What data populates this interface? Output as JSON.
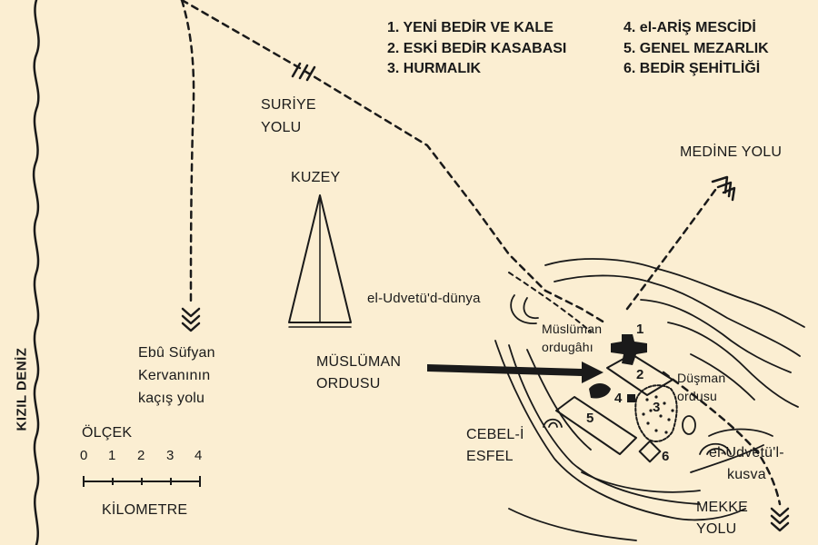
{
  "sea_label": "KIZIL DENİZ",
  "legend": [
    "1. YENİ BEDİR VE KALE",
    "2. ESKİ BEDİR KASABASI",
    "3. HURMALIK",
    "4. el-ARİŞ MESCİDİ",
    "5. GENEL MEZARLIK",
    "6. BEDİR ŞEHİTLİĞİ"
  ],
  "labels": {
    "suriye_line1": "SURİYE",
    "suriye_line2": "YOLU",
    "kuzey": "KUZEY",
    "medine": "MEDİNE YOLU",
    "udvetu_dunya": "el-Udvetü'd-dünya",
    "muslim_camp_line1": "Müslüman",
    "muslim_camp_line2": "ordugâhı",
    "muslim_army_line1": "MÜSLÜMAN",
    "muslim_army_line2": "ORDUSU",
    "enemy_camp_line1": "Düşman",
    "enemy_camp_line2": "ordusu",
    "caravan_line1": "Ebû Süfyan",
    "caravan_line2": "Kervanının",
    "caravan_line3": "kaçış yolu",
    "cebel_line1": "CEBEL-İ",
    "cebel_line2": "ESFEL",
    "udvetu_kusva_line1": "el-Udvetü'l-",
    "udvetu_kusva_line2": "kusva",
    "mekke_line1": "MEKKE",
    "mekke_line2": "YOLU"
  },
  "scale": {
    "title": "ÖLÇEK",
    "ticks": [
      "0",
      "1",
      "2",
      "3",
      "4"
    ],
    "unit": "KİLOMETRE"
  },
  "site_numbers": [
    "1",
    "2",
    "3",
    "4",
    "5",
    "6"
  ],
  "colors": {
    "background": "#fbeed2",
    "ink": "#1a1a1a"
  }
}
